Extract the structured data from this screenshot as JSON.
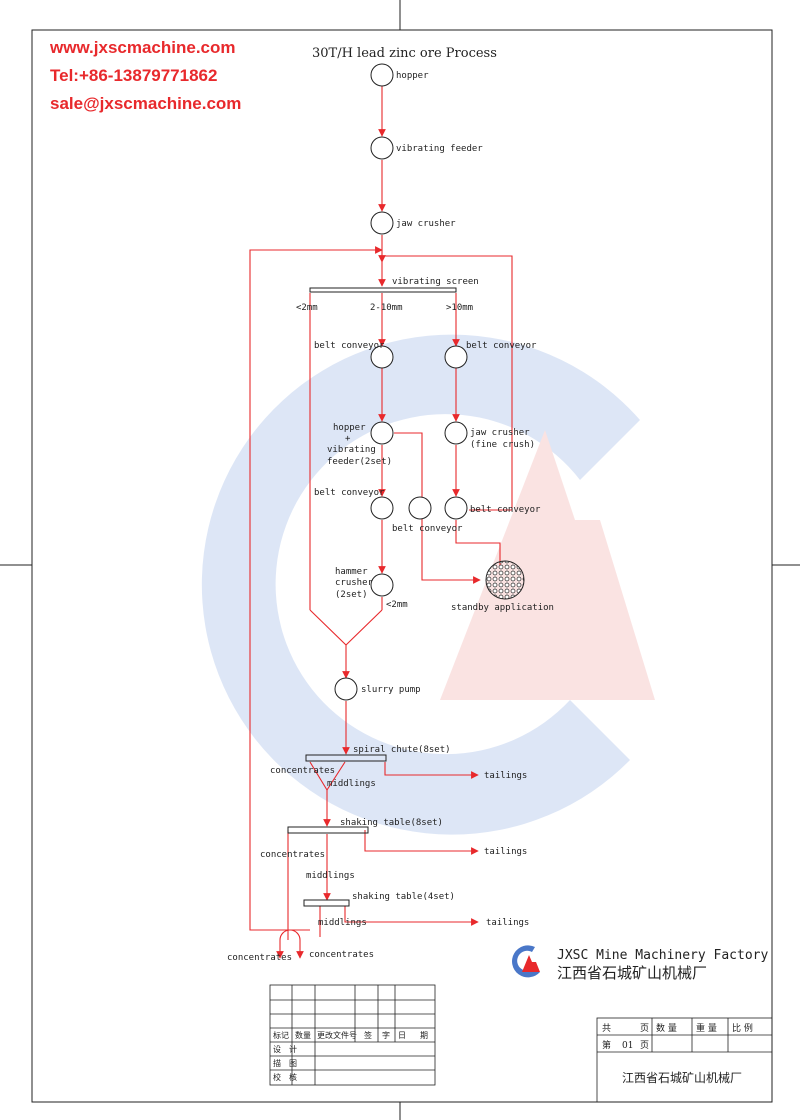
{
  "contact": {
    "website": "www.jxscmachine.com",
    "tel": "Tel:+86-13879771862",
    "email": "sale@jxscmachine.com"
  },
  "title": "30T/H lead zinc ore Process",
  "nodes": {
    "hopper": "hopper",
    "vibrating_feeder": "vibrating feeder",
    "jaw_crusher": "jaw crusher",
    "vibrating_screen": "vibrating screen",
    "size_fine": "<2mm",
    "size_mid": "2-10mm",
    "size_coarse": ">10mm",
    "belt_conveyor_left": "belt conveyor",
    "belt_conveyor_right": "belt conveyor",
    "hopper_feeder": [
      "hopper",
      "+",
      "vibrating",
      "feeder(2set)"
    ],
    "jaw_crusher_fine": [
      "jaw crusher",
      "(fine crush)"
    ],
    "belt_conveyor_a": "belt conveyor",
    "belt_conveyor_b": "belt conveyor",
    "belt_conveyor_c": "belt conveyor",
    "hammer_crusher": [
      "hammer",
      "crusher",
      "(2set)"
    ],
    "hammer_output": "<2mm",
    "standby": "standby application",
    "slurry_pump": "slurry pump",
    "spiral_chute": "spiral chute(8set)",
    "concentrates_1": "concentrates",
    "middlings_1": "middlings",
    "tailings_1": "tailings",
    "shaking_table_8": "shaking table(8set)",
    "concentrates_2": "concentrates",
    "tailings_2": "tailings",
    "middlings_2": "middlings",
    "shaking_table_4": "shaking table(4set)",
    "middlings_3": "middlings",
    "tailings_3": "tailings",
    "concentrates_left": "concentrates",
    "concentrates_right": "concentrates"
  },
  "company": {
    "name_en": "JXSC Mine Machinery Factory",
    "name_cn": "江西省石城矿山机械厂"
  },
  "title_block": {
    "header": [
      "标记",
      "数量",
      "更改文件号",
      "签",
      "字",
      "日",
      "期"
    ],
    "rows": [
      "设　计",
      "描　图",
      "校　核"
    ],
    "right_header": [
      "共",
      "页",
      "数 量",
      "重 量",
      "比 例"
    ],
    "page": [
      "第",
      "01",
      "页"
    ],
    "factory": "江西省石城矿山机械厂"
  },
  "colors": {
    "flow": "#e8292c",
    "brand_blue": "#4a77c8",
    "brand_red": "#e8292c"
  }
}
